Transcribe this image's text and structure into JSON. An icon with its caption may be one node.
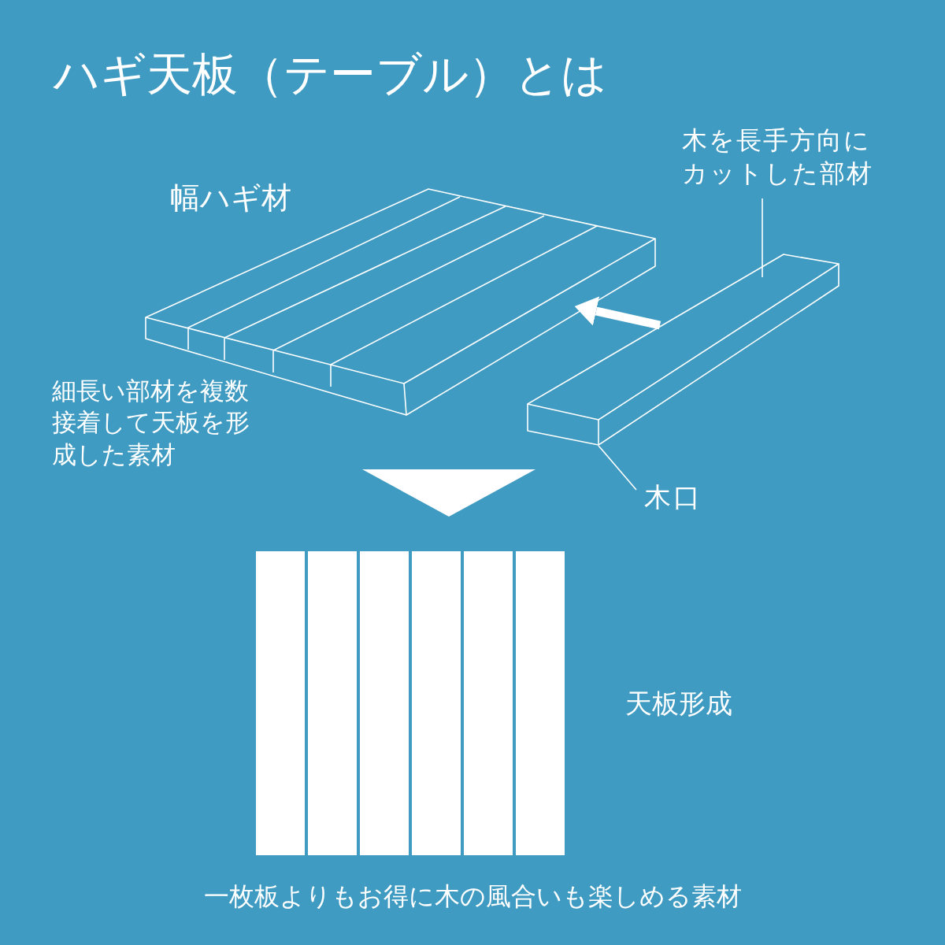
{
  "diagram": {
    "title": "ハギ天板（テーブル）とは",
    "nodes": [
      {
        "text": [
          "木を長手方向にカットした部材"
        ]
      },
      {
        "text": [],
        "shape": "picture"
      },
      {
        "text": [
          "木口"
        ]
      },
      {
        "text": [],
        "shape": "picture",
        "beside": [
          "幅ハギ材",
          "細長い部材を複数接着して天板を形成した素材"
        ]
      },
      {
        "text": [],
        "shape": "picture",
        "beside": [
          "天板形成"
        ]
      }
    ],
    "edges": [
      {
        "from": 0,
        "to": 1,
        "arrow": "none"
      },
      {
        "from": 2,
        "to": 1,
        "arrow": "none"
      },
      {
        "from": 1,
        "to": 3,
        "arrow": "to",
        "style": "thick"
      },
      {
        "from": 3,
        "to": 4,
        "arrow": "to"
      }
    ],
    "caption": "一枚板よりもお得に木の風合いも楽しめる素材"
  }
}
